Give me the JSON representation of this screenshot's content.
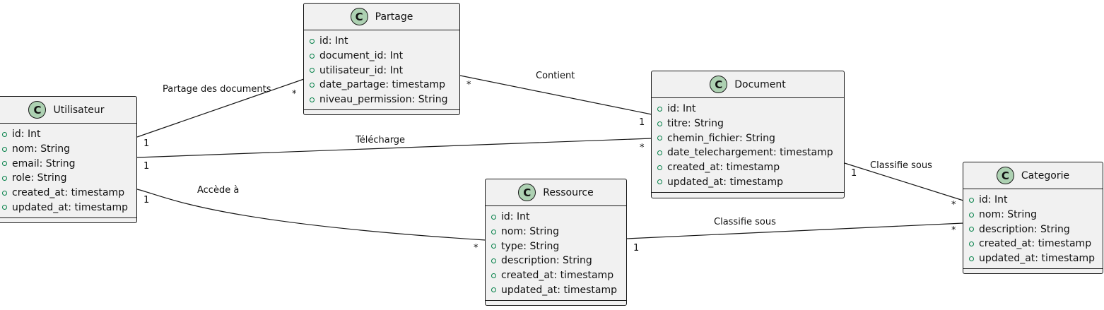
{
  "diagram": {
    "classes": [
      {
        "id": "utilisateur",
        "badge": "C",
        "name": "Utilisateur",
        "attributes": [
          "id: Int",
          "nom: String",
          "email: String",
          "role: String",
          "created_at: timestamp",
          "updated_at: timestamp"
        ]
      },
      {
        "id": "partage",
        "badge": "C",
        "name": "Partage",
        "attributes": [
          "id: Int",
          "document_id: Int",
          "utilisateur_id: Int",
          "date_partage: timestamp",
          "niveau_permission: String"
        ]
      },
      {
        "id": "document",
        "badge": "C",
        "name": "Document",
        "attributes": [
          "id: Int",
          "titre: String",
          "chemin_fichier: String",
          "date_telechargement: timestamp",
          "created_at: timestamp",
          "updated_at: timestamp"
        ]
      },
      {
        "id": "ressource",
        "badge": "C",
        "name": "Ressource",
        "attributes": [
          "id: Int",
          "nom: String",
          "type: String",
          "description: String",
          "created_at: timestamp",
          "updated_at: timestamp"
        ]
      },
      {
        "id": "categorie",
        "badge": "C",
        "name": "Categorie",
        "attributes": [
          "id: Int",
          "nom: String",
          "description: String",
          "created_at: timestamp",
          "updated_at: timestamp"
        ]
      }
    ],
    "relations": [
      {
        "id": "partage-des-documents",
        "from": "utilisateur",
        "to": "partage",
        "label": "Partage des documents",
        "from_mult": "1",
        "to_mult": "*"
      },
      {
        "id": "contient",
        "from": "partage",
        "to": "document",
        "label": "Contient",
        "from_mult": "*",
        "to_mult": "1"
      },
      {
        "id": "telecharge",
        "from": "utilisateur",
        "to": "document",
        "label": "Télécharge",
        "from_mult": "1",
        "to_mult": "*"
      },
      {
        "id": "accede-a",
        "from": "utilisateur",
        "to": "ressource",
        "label": "Accède à",
        "from_mult": "1",
        "to_mult": "*"
      },
      {
        "id": "document-classifie-sous",
        "from": "document",
        "to": "categorie",
        "label": "Classifie sous",
        "from_mult": "1",
        "to_mult": "*"
      },
      {
        "id": "ressource-classifie-sous",
        "from": "ressource",
        "to": "categorie",
        "label": "Classifie sous",
        "from_mult": "1",
        "to_mult": "*"
      }
    ]
  }
}
